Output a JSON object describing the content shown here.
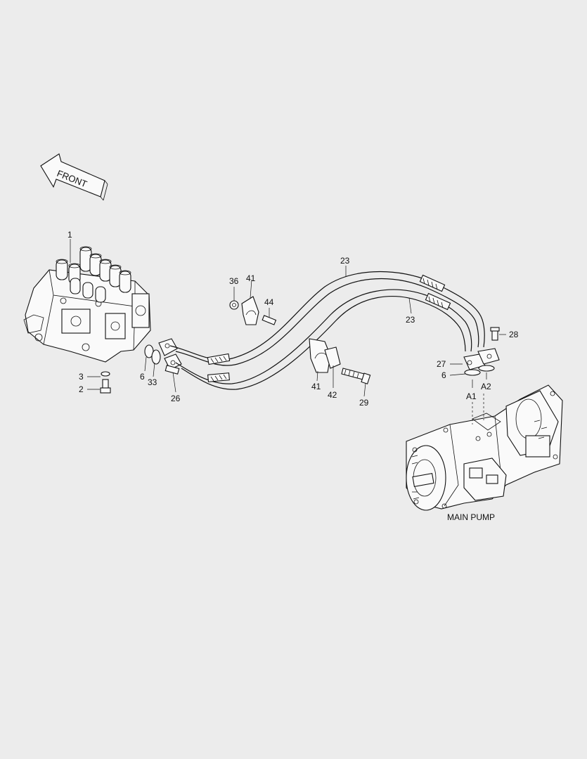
{
  "front_arrow": {
    "label": "FRONT"
  },
  "callouts": {
    "c1": "1",
    "c2": "2",
    "c3": "3",
    "c6a": "6",
    "c33": "33",
    "c26": "26",
    "c36": "36",
    "c41a": "41",
    "c44": "44",
    "c23a": "23",
    "c23b": "23",
    "c41b": "41",
    "c42": "42",
    "c29": "29",
    "c28": "28",
    "c27": "27",
    "c6b": "6",
    "cA1": "A1",
    "cA2": "A2"
  },
  "main_pump": {
    "label": "MAIN PUMP"
  }
}
